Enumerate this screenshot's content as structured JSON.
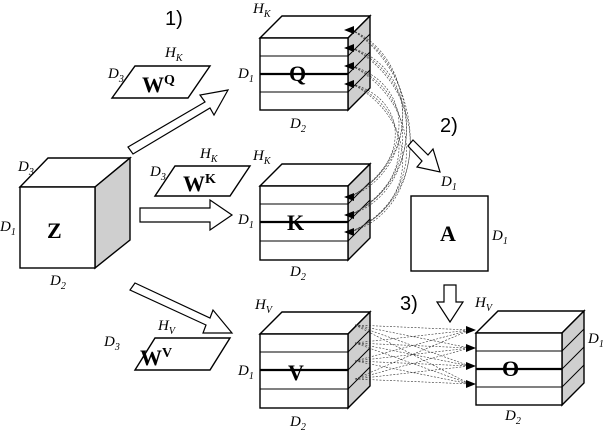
{
  "steps": {
    "s1": "1)",
    "s2": "2)",
    "s3": "3)"
  },
  "z_block": {
    "label": "Z",
    "d1": "D",
    "d1_sub": "1",
    "d2": "D",
    "d2_sub": "2",
    "d3": "D",
    "d3_sub": "3"
  },
  "wq": {
    "label": "W",
    "sup": "Q",
    "d3": "D",
    "d3_sub": "3",
    "h": "H",
    "h_sub": "K"
  },
  "wk": {
    "label": "W",
    "sup": "K",
    "d3": "D",
    "d3_sub": "3",
    "h": "H",
    "h_sub": "K"
  },
  "wv": {
    "label": "W",
    "sup": "V",
    "d3": "D",
    "d3_sub": "3",
    "h": "H",
    "h_sub": "V"
  },
  "q_block": {
    "label": "Q",
    "h": "H",
    "h_sub": "K",
    "d1": "D",
    "d1_sub": "1",
    "d2": "D",
    "d2_sub": "2"
  },
  "k_block": {
    "label": "K",
    "h": "H",
    "h_sub": "K",
    "d1": "D",
    "d1_sub": "1",
    "d2": "D",
    "d2_sub": "2"
  },
  "v_block": {
    "label": "V",
    "h": "H",
    "h_sub": "V",
    "d1": "D",
    "d1_sub": "1",
    "d2": "D",
    "d2_sub": "2"
  },
  "a_block": {
    "label": "A",
    "d1_top": "D",
    "d1_top_sub": "1",
    "d1_right": "D",
    "d1_right_sub": "1"
  },
  "o_block": {
    "label": "O",
    "h": "H",
    "h_sub": "V",
    "d1": "D",
    "d1_sub": "1",
    "d2": "D",
    "d2_sub": "2"
  }
}
